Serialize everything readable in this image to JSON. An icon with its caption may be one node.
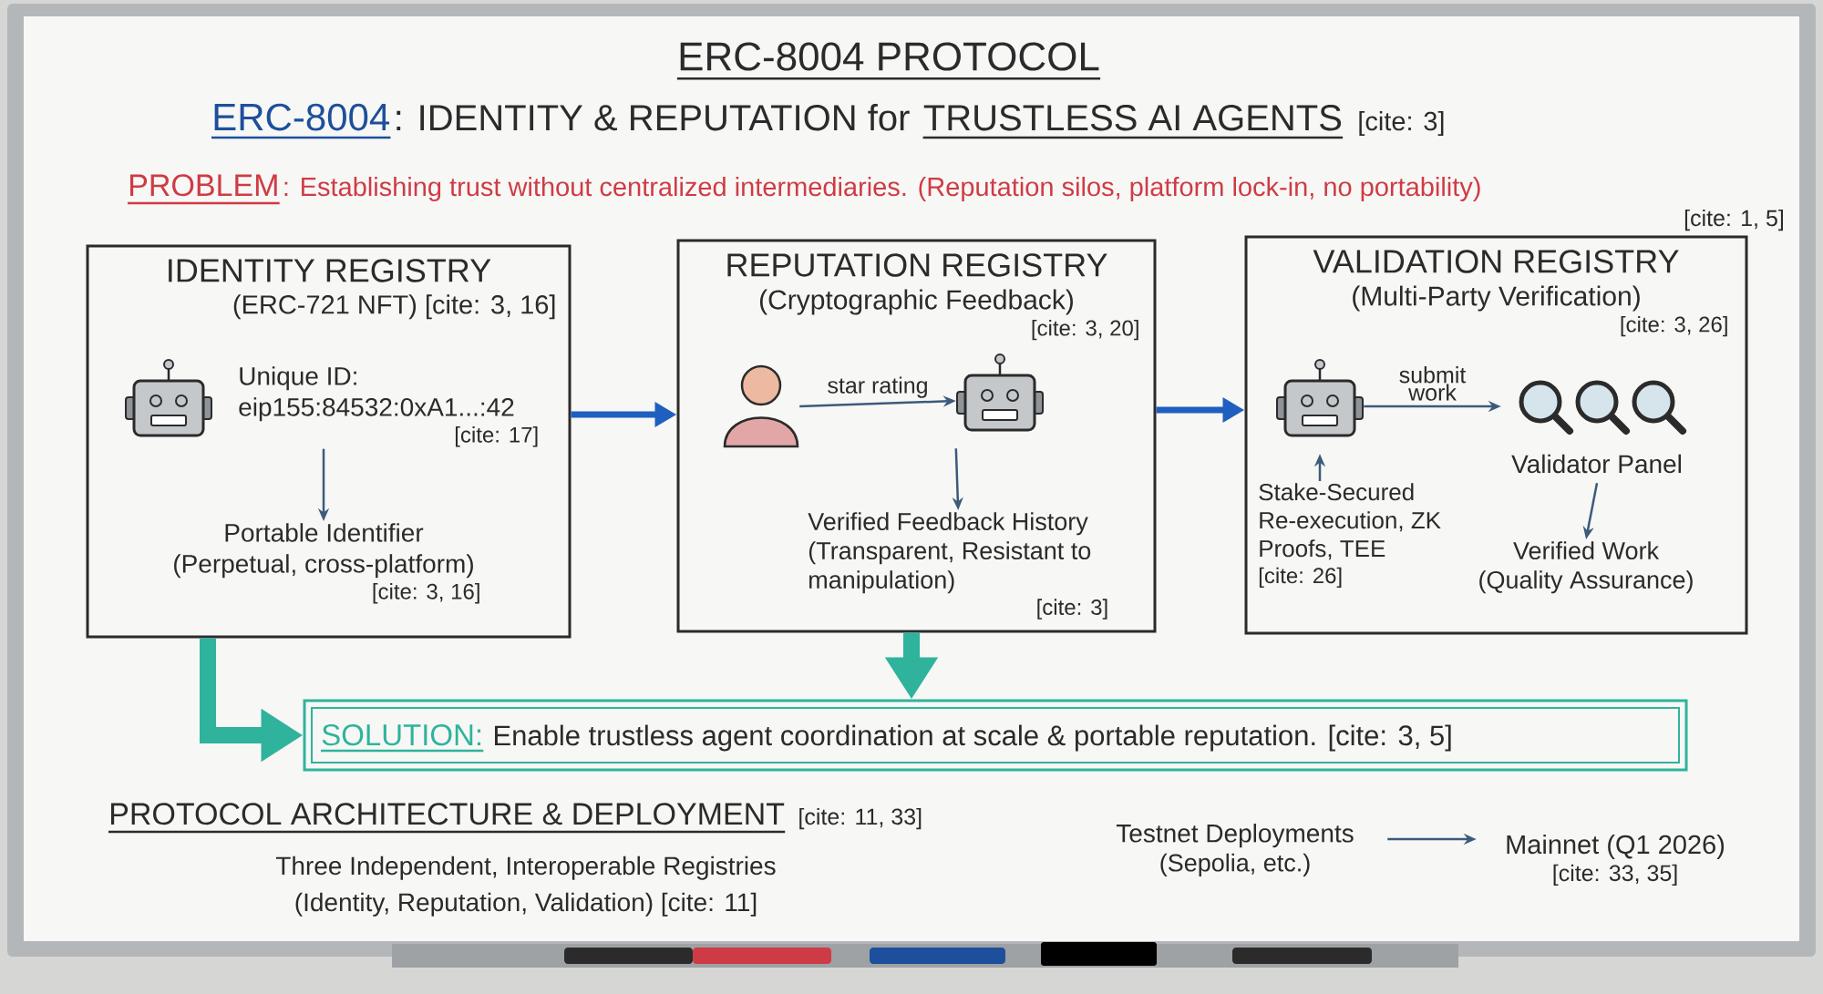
{
  "diagram": {
    "title": "ERC-8004 PROTOCOL",
    "nodes": [
      {
        "text": [
          "IDENTITY REGISTRY",
          "(ERC-721 NFT) [cite: 3, 16]"
        ]
      },
      {
        "text": [],
        "shape": "picture",
        "in": 0
      },
      {
        "text": [
          "Unique ID: eip155:84532:0xA1...:42",
          "[cite: 17]"
        ],
        "in": 0
      },
      {
        "text": [
          "Portable Identifier (Perpetual, cross-platform)",
          "[cite: 3, 16]"
        ],
        "in": 0
      },
      {
        "text": [
          "REPUTATION REGISTRY",
          "(Cryptographic Feedback)",
          "[cite: 3, 20]"
        ]
      },
      {
        "text": [],
        "shape": "person",
        "in": 4
      },
      {
        "text": [],
        "shape": "picture",
        "in": 4
      },
      {
        "text": [
          "Verified Feedback History (Transparent, Resistant to manipulation)",
          "[cite: 3]"
        ],
        "in": 4
      },
      {
        "text": [
          "VALIDATION REGISTRY",
          "(Multi-Party Verification)",
          "[cite: 3, 26]"
        ]
      },
      {
        "text": [],
        "shape": "picture",
        "in": 8
      },
      {
        "text": [
          "Validator Panel"
        ],
        "in": 8
      },
      {
        "text": [
          "Stake-Secured Re-execution, ZK Proofs, TEE",
          "[cite: 26]"
        ],
        "in": 8
      },
      {
        "text": [
          "Verified Work (Quality Assurance)"
        ],
        "in": 8
      },
      {
        "text": [
          "SOLUTION:",
          "Enable trustless agent coordination at scale & portable reputation. [cite: 3, 5]"
        ]
      },
      {
        "text": [
          "Testnet Deployments",
          "(Sepolia, etc.)"
        ]
      },
      {
        "text": [
          "Mainnet (Q1 2026)",
          "[cite: 33, 35]"
        ]
      }
    ],
    "edges": [
      {
        "from": 0,
        "to": 4,
        "arrow": "to",
        "style": "thick",
        "color": "#1f5fbf"
      },
      {
        "from": 4,
        "to": 8,
        "arrow": "to",
        "style": "thick",
        "color": "#1f5fbf"
      },
      {
        "from": 0,
        "to": 13,
        "arrow": "to",
        "style": "thick",
        "color": "#2fb39c"
      },
      {
        "from": 4,
        "to": 13,
        "arrow": "to",
        "style": "thick",
        "color": "#2fb39c"
      },
      {
        "from": 2,
        "to": 3,
        "arrow": "to"
      },
      {
        "from": 5,
        "to": 6,
        "arrow": "to",
        "label": "star rating"
      },
      {
        "from": 6,
        "to": 7,
        "arrow": "to"
      },
      {
        "from": 9,
        "to": 10,
        "arrow": "to",
        "label": "submit work"
      },
      {
        "from": 11,
        "to": 9,
        "arrow": "to"
      },
      {
        "from": 10,
        "to": 12,
        "arrow": "to"
      },
      {
        "from": 14,
        "to": 15,
        "arrow": "to"
      }
    ],
    "labels": [
      "ERC-8004",
      ": IDENTITY & REPUTATION for",
      "TRUSTLESS AI AGENTS",
      "[cite: 3]",
      "PROBLEM",
      ": Establishing trust without centralized intermediaries. (Reputation silos, platform lock-in, no portability)",
      "[cite: 1, 5]",
      "PROTOCOL ARCHITECTURE & DEPLOYMENT",
      "[cite: 11, 33]",
      "Three Independent, Interoperable Registries",
      "(Identity, Reputation, Validation) [cite: 11]"
    ]
  }
}
